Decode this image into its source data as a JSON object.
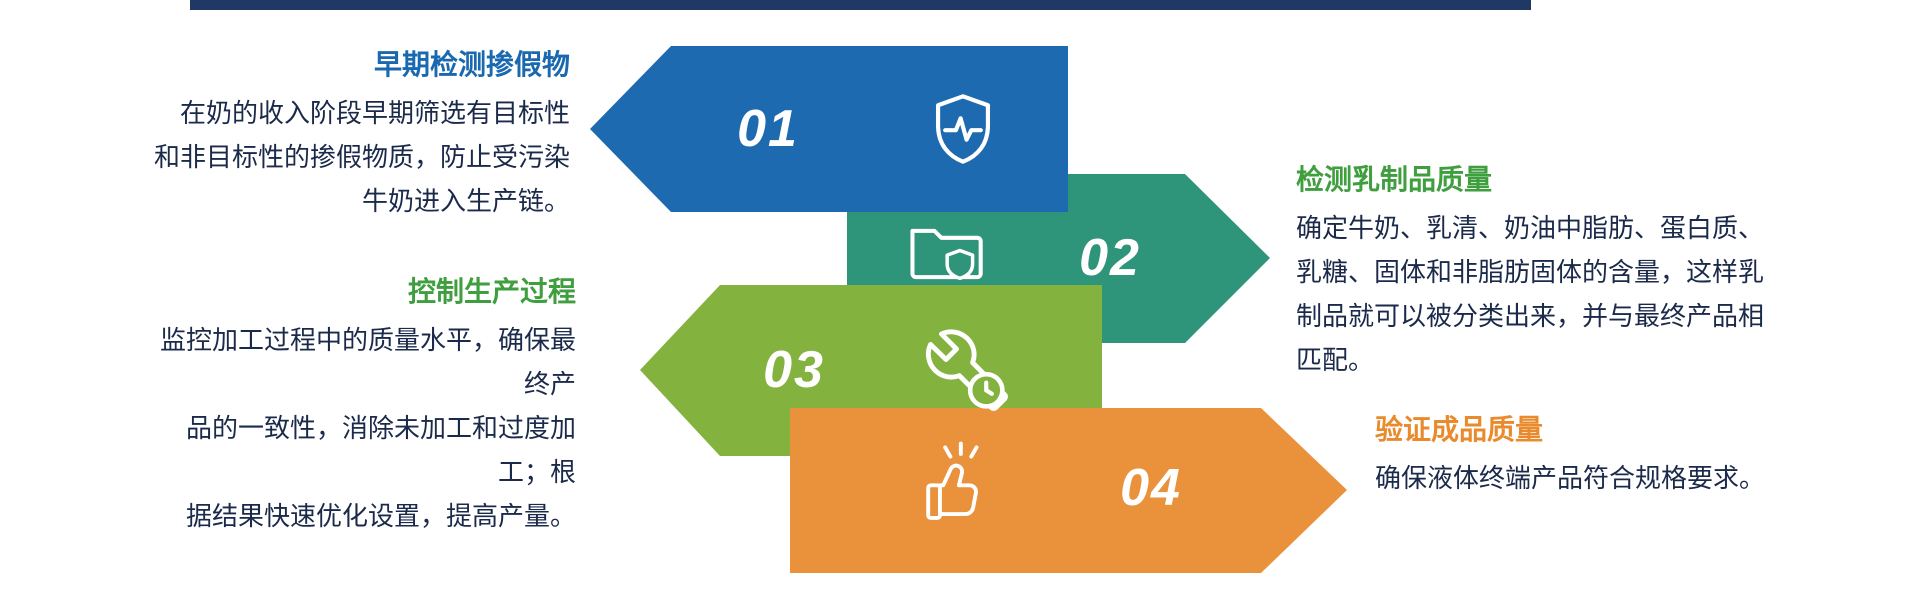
{
  "page": {
    "background_color": "#ffffff",
    "top_bar_color": "#203864"
  },
  "text_color": "#1b2a4a",
  "steps": [
    {
      "number": "01",
      "title": "早期检测掺假物",
      "description_lines": [
        "在奶的收入阶段早期筛选有目标性",
        "和非目标性的掺假物质，防止受污染",
        "牛奶进入生产链。"
      ],
      "arrow_color": "#1e6ab0",
      "title_color": "#1a69b0",
      "icon": "shield-pulse-icon",
      "direction": "left"
    },
    {
      "number": "02",
      "title": "检测乳制品质量",
      "description_lines": [
        "确定牛奶、乳清、奶油中脂肪、蛋白质、",
        "乳糖、固体和非脂肪固体的含量，这样乳",
        "制品就可以被分类出来，并与最终产品相",
        "匹配。"
      ],
      "arrow_color": "#2e947a",
      "title_color": "#3f9e3e",
      "icon": "folder-shield-icon",
      "direction": "right"
    },
    {
      "number": "03",
      "title": "控制生产过程",
      "description_lines": [
        "监控加工过程中的质量水平，确保最终产",
        "品的一致性，消除未加工和过度加工；根",
        "据结果快速优化设置，提高产量。"
      ],
      "arrow_color": "#83b23f",
      "title_color": "#3f9e3e",
      "icon": "wrench-icon",
      "direction": "left"
    },
    {
      "number": "04",
      "title": "验证成品质量",
      "description_lines": [
        "确保液体终端产品符合规格要求。"
      ],
      "arrow_color": "#e9913b",
      "title_color": "#e98b2d",
      "icon": "thumbs-up-icon",
      "direction": "right"
    }
  ]
}
